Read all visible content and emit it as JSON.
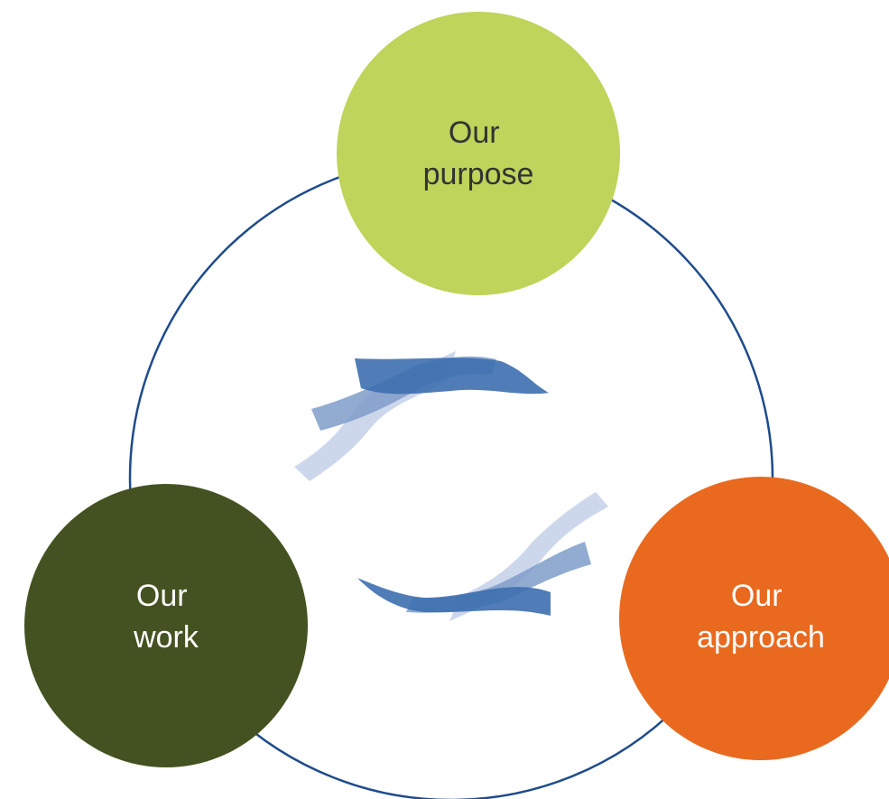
{
  "diagram": {
    "nodes": [
      {
        "id": "purpose",
        "lines": [
          "Our",
          "purpose"
        ],
        "fill": "#bed45a",
        "text_color": "#333333"
      },
      {
        "id": "approach",
        "lines": [
          "Our",
          "approach"
        ],
        "fill": "#e9691f",
        "text_color": "#ffffff"
      },
      {
        "id": "work",
        "lines": [
          "Our",
          "work"
        ],
        "fill": "#445222",
        "text_color": "#ffffff"
      }
    ],
    "ring_color": "#1e4b8b",
    "swoosh_colors": {
      "dark": "#3d6faf",
      "mid": "#7f9cc9",
      "light": "#c8d3ea"
    }
  }
}
